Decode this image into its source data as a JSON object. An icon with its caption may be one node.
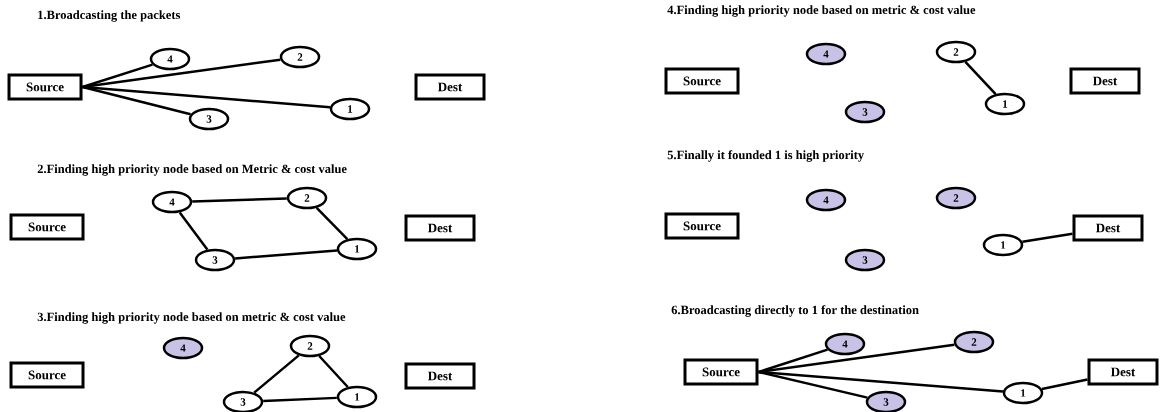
{
  "diagram": {
    "nodes": [
      {
        "text": [
          "Source"
        ]
      },
      {
        "text": [
          "4"
        ]
      },
      {
        "text": [
          "2"
        ]
      },
      {
        "text": [
          "3"
        ]
      },
      {
        "text": [
          "1"
        ]
      },
      {
        "text": [
          "Dest"
        ]
      },
      {
        "text": [
          "Source"
        ]
      },
      {
        "text": [
          "4"
        ]
      },
      {
        "text": [
          "2"
        ]
      },
      {
        "text": [
          "3"
        ]
      },
      {
        "text": [
          "1"
        ]
      },
      {
        "text": [
          "Dest"
        ]
      },
      {
        "text": [
          "Source"
        ]
      },
      {
        "text": [
          "4"
        ]
      },
      {
        "text": [
          "2"
        ]
      },
      {
        "text": [
          "3"
        ]
      },
      {
        "text": [
          "1"
        ]
      },
      {
        "text": [
          "Dest"
        ]
      },
      {
        "text": [
          "Source"
        ]
      },
      {
        "text": [
          "4"
        ]
      },
      {
        "text": [
          "2"
        ]
      },
      {
        "text": [
          "3"
        ]
      },
      {
        "text": [
          "1"
        ]
      },
      {
        "text": [
          "Dest"
        ]
      },
      {
        "text": [
          "Source"
        ]
      },
      {
        "text": [
          "4"
        ]
      },
      {
        "text": [
          "2"
        ]
      },
      {
        "text": [
          "3"
        ]
      },
      {
        "text": [
          "1"
        ]
      },
      {
        "text": [
          "Dest"
        ]
      },
      {
        "text": [
          "Source"
        ]
      },
      {
        "text": [
          "4"
        ]
      },
      {
        "text": [
          "2"
        ]
      },
      {
        "text": [
          "3"
        ]
      },
      {
        "text": [
          "1"
        ]
      },
      {
        "text": [
          "Dest"
        ]
      }
    ],
    "edges": [
      {
        "from": 0,
        "to": 1,
        "arrow": "none"
      },
      {
        "from": 0,
        "to": 2,
        "arrow": "none"
      },
      {
        "from": 0,
        "to": 4,
        "arrow": "none"
      },
      {
        "from": 0,
        "to": 3,
        "arrow": "none"
      },
      {
        "from": 7,
        "to": 8,
        "arrow": "none"
      },
      {
        "from": 8,
        "to": 10,
        "arrow": "none"
      },
      {
        "from": 7,
        "to": 9,
        "arrow": "none"
      },
      {
        "from": 9,
        "to": 10,
        "arrow": "none"
      },
      {
        "from": 14,
        "to": 15,
        "arrow": "none"
      },
      {
        "from": 14,
        "to": 16,
        "arrow": "none"
      },
      {
        "from": 15,
        "to": 16,
        "arrow": "none"
      },
      {
        "from": 20,
        "to": 22,
        "arrow": "none"
      },
      {
        "from": 28,
        "to": 29,
        "arrow": "none"
      },
      {
        "from": 30,
        "to": 31,
        "arrow": "none"
      },
      {
        "from": 30,
        "to": 32,
        "arrow": "none"
      },
      {
        "from": 30,
        "to": 34,
        "arrow": "none"
      },
      {
        "from": 30,
        "to": 33,
        "arrow": "none"
      },
      {
        "from": 34,
        "to": 35,
        "arrow": "none"
      }
    ],
    "labels": [
      "1.Broadcasting the packets",
      "4.Finding high priority node based on metric & cost value",
      "2.Finding high priority node based on Metric & cost value",
      "5.Finally it  founded 1 is high priority",
      "3.Finding high priority node based on metric & cost value",
      "6.Broadcasting directly to 1 for the destination"
    ]
  }
}
